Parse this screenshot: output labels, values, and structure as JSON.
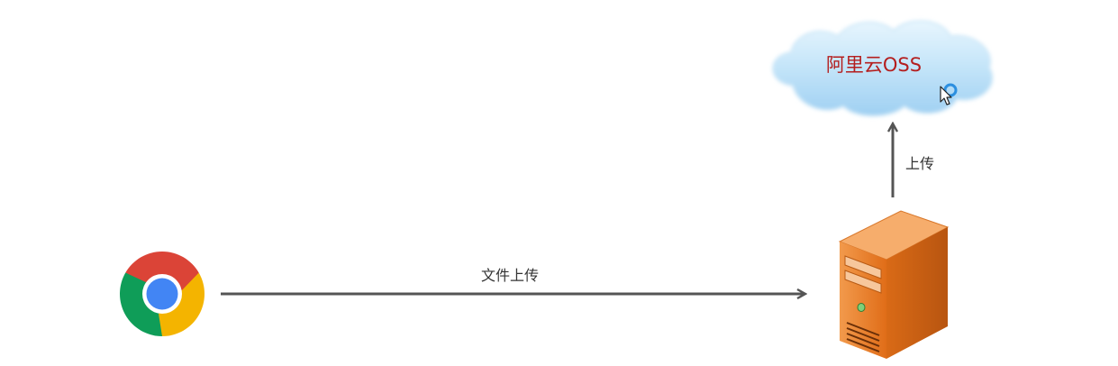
{
  "diagram": {
    "cloud_label": "阿里云OSS",
    "upload_arrow_label": "上传",
    "file_upload_arrow_label": "文件上传"
  },
  "nodes": {
    "browser": {
      "icon": "chrome-browser-icon"
    },
    "server": {
      "icon": "server-tower-icon"
    },
    "cloud": {
      "icon": "cloud-icon"
    }
  },
  "colors": {
    "cloud_text": "#b41e1e",
    "cloud_fill_top": "#dff1fc",
    "cloud_fill_bottom": "#9fd0f2",
    "cloud_stroke": "#bfe0f5",
    "arrow": "#555555",
    "label": "#333333",
    "server_front": "#e57a24",
    "server_side": "#c85f12",
    "server_top": "#f6a866",
    "chrome_red": "#db4437",
    "chrome_green": "#0f9d58",
    "chrome_yellow": "#f4b400",
    "chrome_blue": "#4285f4"
  }
}
